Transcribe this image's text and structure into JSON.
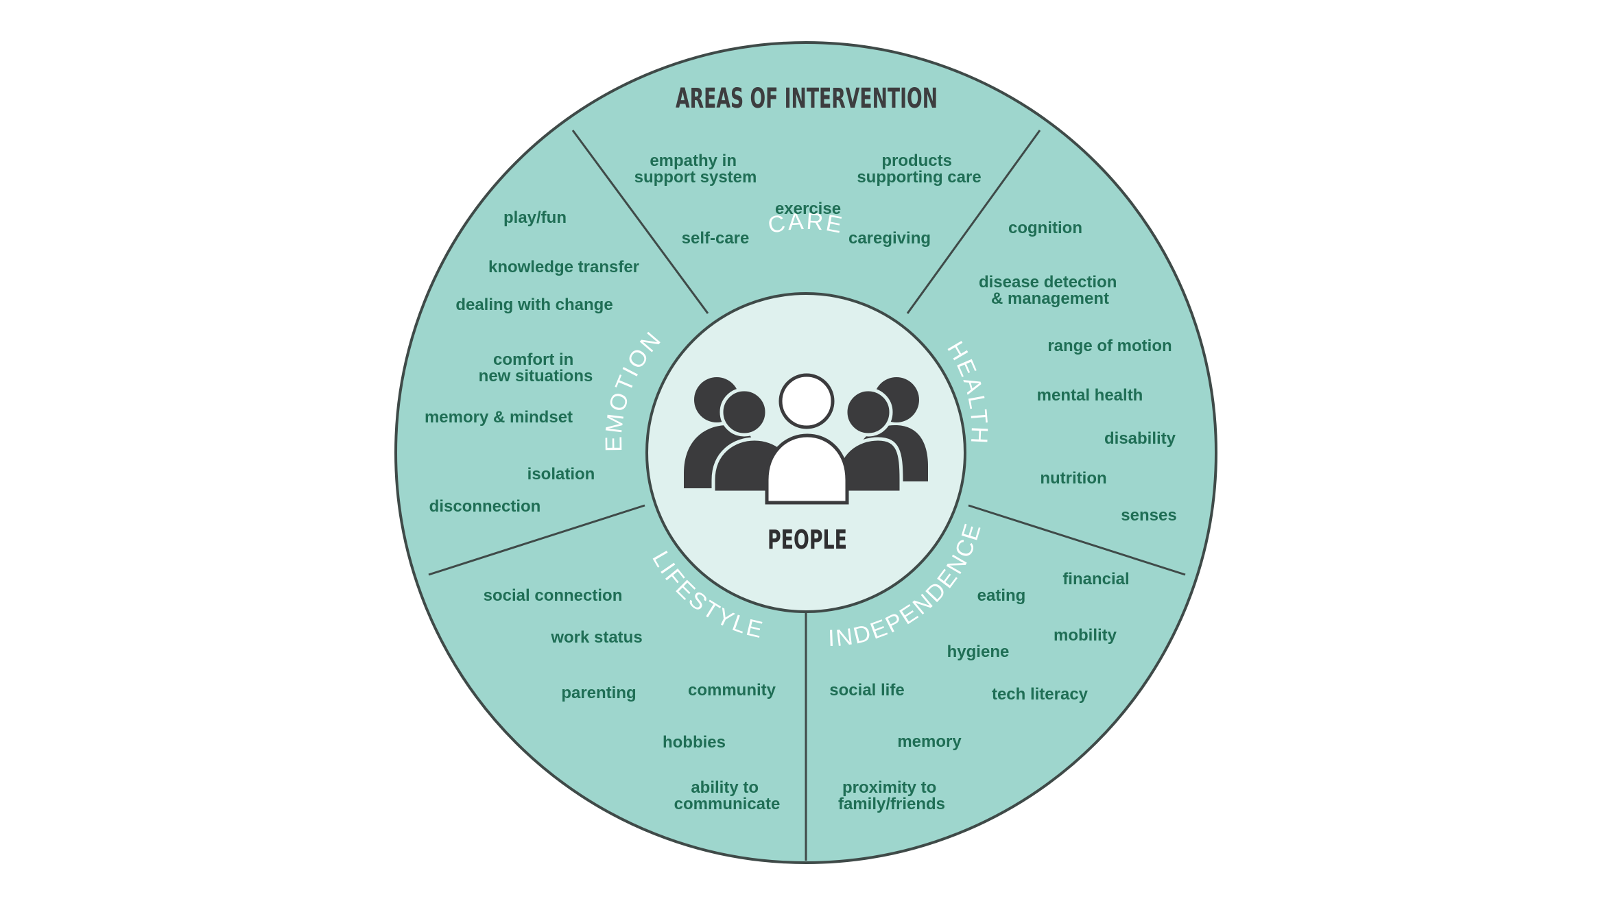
{
  "title": "AREAS OF INTERVENTION",
  "center": {
    "label": "PEOPLE",
    "icon": "group-of-people-icon"
  },
  "colors": {
    "wheel_fill": "#9ed6cd",
    "wheel_stroke": "#3f4a48",
    "center_fill": "#dff1ee",
    "item_text": "#1f6e55",
    "sector_label": "#ffffff",
    "person_dark": "#3b3b3d",
    "person_light": "#ffffff"
  },
  "sectors": [
    {
      "label": "CARE",
      "items": [
        [
          "empathy in",
          "support system"
        ],
        [
          "products",
          "supporting care"
        ],
        [
          "exercise"
        ],
        [
          "self-care"
        ],
        [
          "caregiving"
        ]
      ]
    },
    {
      "label": "HEALTH",
      "items": [
        [
          "cognition"
        ],
        [
          "disease detection",
          "& management"
        ],
        [
          "range of motion"
        ],
        [
          "mental health"
        ],
        [
          "disability"
        ],
        [
          "nutrition"
        ],
        [
          "senses"
        ]
      ]
    },
    {
      "label": "INDEPENDENCE",
      "items": [
        [
          "financial"
        ],
        [
          "eating"
        ],
        [
          "mobility"
        ],
        [
          "hygiene"
        ],
        [
          "social life"
        ],
        [
          "tech literacy"
        ],
        [
          "memory"
        ],
        [
          "proximity to",
          "family/friends"
        ]
      ]
    },
    {
      "label": "LIFESTYLE",
      "items": [
        [
          "social connection"
        ],
        [
          "work status"
        ],
        [
          "parenting"
        ],
        [
          "community"
        ],
        [
          "hobbies"
        ],
        [
          "ability to",
          "communicate"
        ]
      ]
    },
    {
      "label": "EMOTION",
      "items": [
        [
          "play/fun"
        ],
        [
          "knowledge transfer"
        ],
        [
          "dealing with change"
        ],
        [
          "comfort in",
          "new situations"
        ],
        [
          "memory & mindset"
        ],
        [
          "isolation"
        ],
        [
          "disconnection"
        ]
      ]
    }
  ]
}
